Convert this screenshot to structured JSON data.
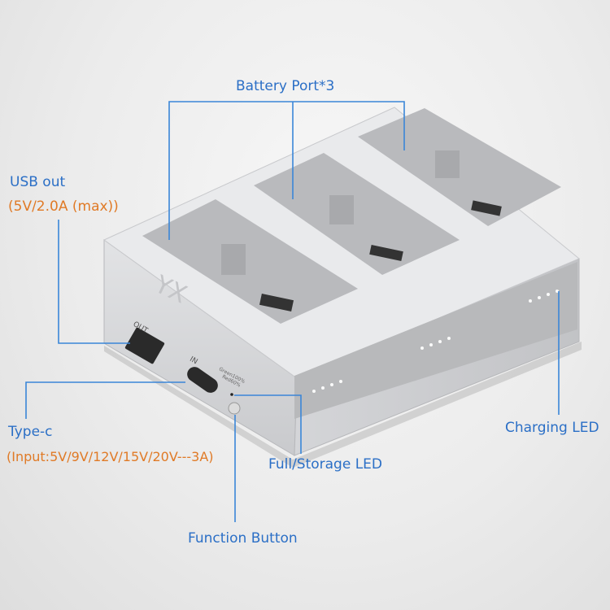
{
  "callouts": {
    "battery_port": "Battery Port*3",
    "usb_out": "USB out",
    "usb_out_spec": "(5V/2.0A (max))",
    "type_c": "Type-c",
    "type_c_spec": "(Input:5V/9V/12V/15V/20V---3A)",
    "full_storage_led": "Full/Storage LED",
    "function_button": "Function Button",
    "charging_led": "Charging LED"
  },
  "device_markings": {
    "out": "OUT",
    "in": "IN",
    "green": "Green100%",
    "red": "Red60%",
    "logo": "YX"
  },
  "colors": {
    "label_blue": "#2b6fc6",
    "spec_orange": "#e07a26",
    "leader_line": "#3a86d8"
  }
}
